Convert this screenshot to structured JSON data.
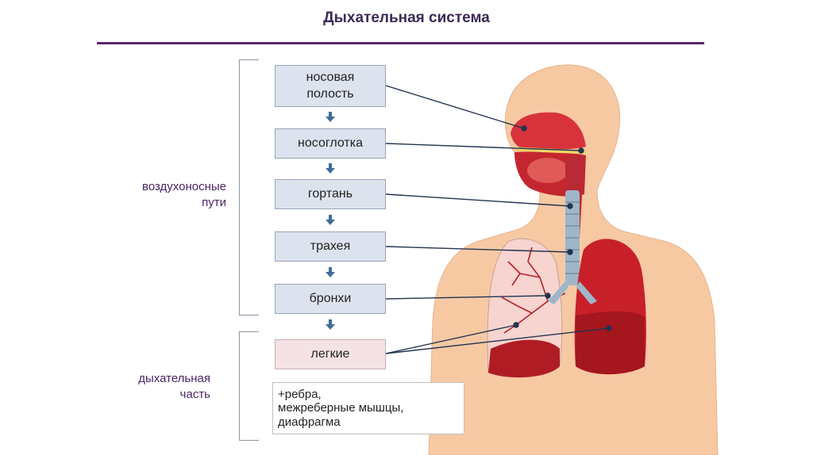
{
  "title": "Дыхательная система",
  "labels": {
    "airways": [
      "воздухоносные",
      "пути"
    ],
    "respiratory": [
      "дыхательная",
      "часть"
    ]
  },
  "boxes": {
    "nasal_cavity": [
      "носовая",
      "полость"
    ],
    "nasopharynx": "носоглотка",
    "larynx": "гортань",
    "trachea": "трахея",
    "bronchi": "бронхи",
    "lungs": "легкие",
    "note": [
      "+ребра,",
      "межреберные мышцы,",
      "диафрагма"
    ]
  },
  "colors": {
    "title": "#3d2a55",
    "rule": "#5a2470",
    "box_fill": "#dde3ee",
    "lungs_box_fill": "#f4e2e4",
    "arrow": "#3f6e9c",
    "skin": "#f6c9a3",
    "lung_red": "#c8202a",
    "airway_blue": "#9fb6c8"
  }
}
